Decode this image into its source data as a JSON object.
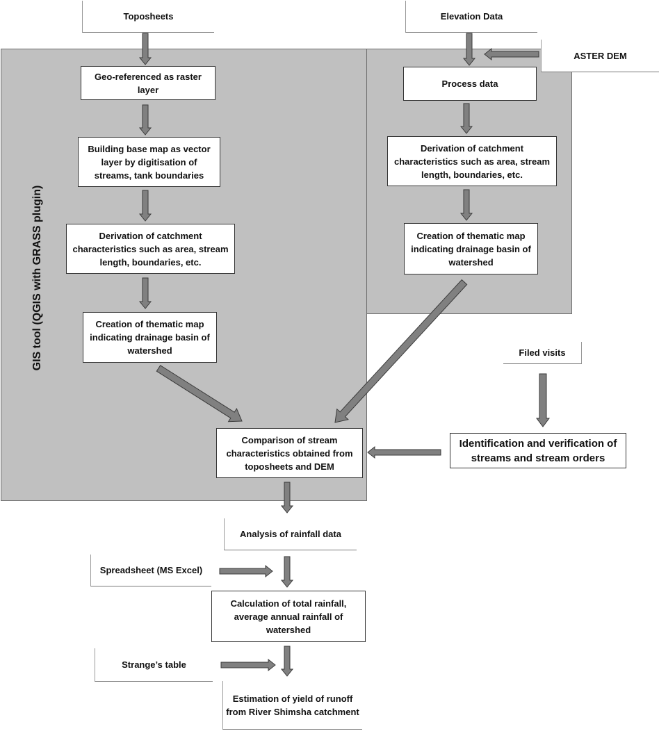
{
  "panel_label": "GIS tool (QGIS with GRASS plugin)",
  "boxes": {
    "toposheets": "Toposheets",
    "elevation": "Elevation Data",
    "aster": "ASTER DEM",
    "georef": "Geo-referenced as raster layer",
    "basemap": "Building base map as vector layer by digitisation of streams, tank boundaries",
    "derivation_left": "Derivation of catchment characteristics such as area, stream length, boundaries, etc.",
    "thematic_left": "Creation of thematic map indicating drainage basin of watershed",
    "process": "Process  data",
    "derivation_right": "Derivation of catchment characteristics such as area, stream length, boundaries, etc.",
    "thematic_right": "Creation of thematic map indicating drainage basin of watershed",
    "filed_visits": "Filed visits",
    "identification": "Identification and verification of streams and stream orders",
    "comparison": "Comparison of stream characteristics obtained from toposheets and DEM",
    "rainfall": "Analysis of rainfall data",
    "spreadsheet": "Spreadsheet (MS Excel)",
    "calculation": "Calculation of total rainfall, average annual rainfall of watershed",
    "strange": "Strange’s table",
    "estimation": "Estimation of yield of runoff from River Shimsha catchment"
  },
  "colors": {
    "panel": "#c0c0c0",
    "arrow_fill": "#808080",
    "arrow_stroke": "#3a3a3a"
  }
}
